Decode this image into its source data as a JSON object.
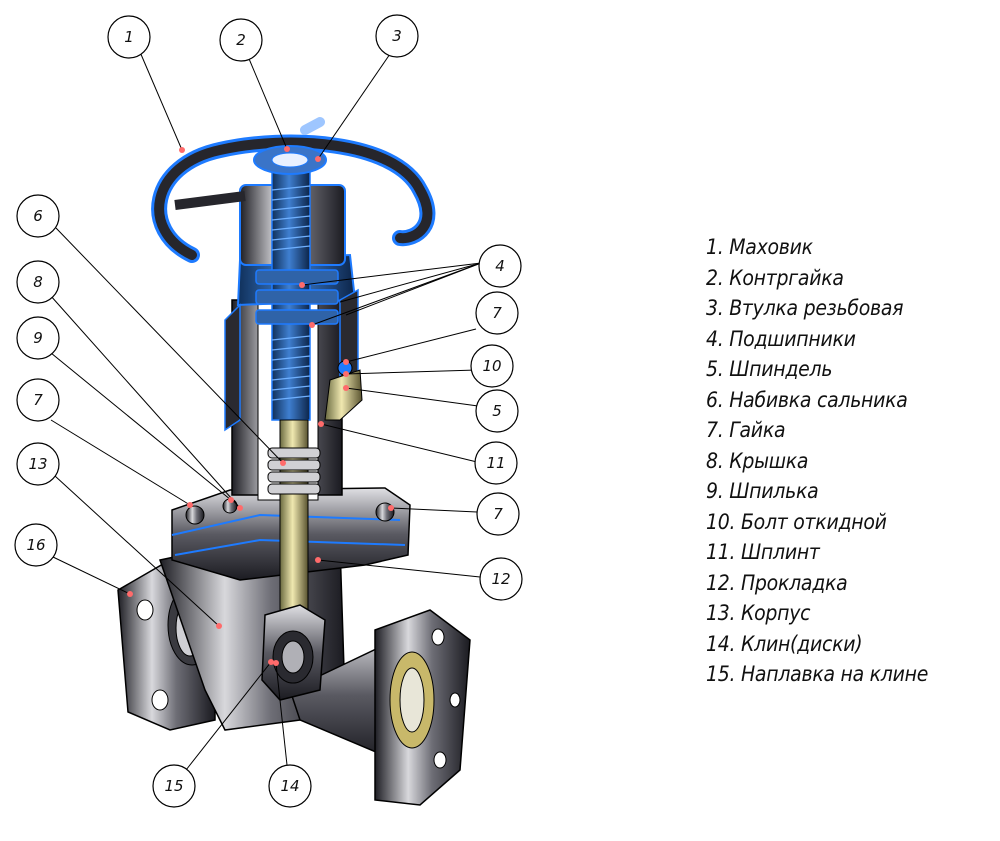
{
  "callouts": [
    "1",
    "2",
    "3",
    "4",
    "7",
    "10",
    "5",
    "11",
    "7",
    "12",
    "6",
    "8",
    "9",
    "7",
    "13",
    "16",
    "15",
    "14"
  ],
  "legend": [
    "1. Маховик",
    "2. Контргайка",
    "3. Втулка резьбовая",
    "4. Подшипники",
    "5. Шпиндель",
    "6. Набивка сальника",
    "7. Гайка",
    "8. Крышка",
    "9. Шпилька",
    "10. Болт откидной",
    "11. Шплинт",
    "12. Прокладка",
    "13. Корпус",
    "14. Клин(диски)",
    "15. Наплавка на клине"
  ],
  "colors": {
    "highlight": "#1e7bff",
    "metal_dark": "#2a2a30",
    "metal_light": "#c8c8cc",
    "brass": "#c8b86a",
    "callout_dot": "#ff6b6b"
  }
}
